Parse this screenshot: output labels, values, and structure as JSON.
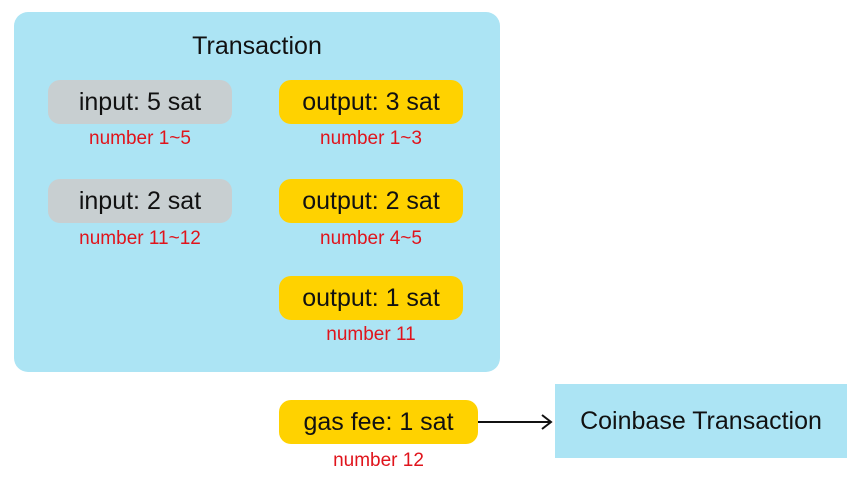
{
  "transaction": {
    "title": "Transaction",
    "inputs": [
      {
        "label": "input: 5 sat",
        "range": "number 1~5"
      },
      {
        "label": "input: 2 sat",
        "range": "number 11~12"
      }
    ],
    "outputs": [
      {
        "label": "output: 3 sat",
        "range": "number 1~3"
      },
      {
        "label": "output: 2 sat",
        "range": "number 4~5"
      },
      {
        "label": "output: 1 sat",
        "range": "number 11"
      }
    ]
  },
  "gas_fee": {
    "label": "gas fee: 1 sat",
    "range": "number 12"
  },
  "coinbase": {
    "label": "Coinbase Transaction"
  },
  "colors": {
    "transaction_bg": "#ace4f4",
    "input_pill": "#c8cfd1",
    "output_pill": "#ffd200",
    "range_text": "#e0141c"
  }
}
